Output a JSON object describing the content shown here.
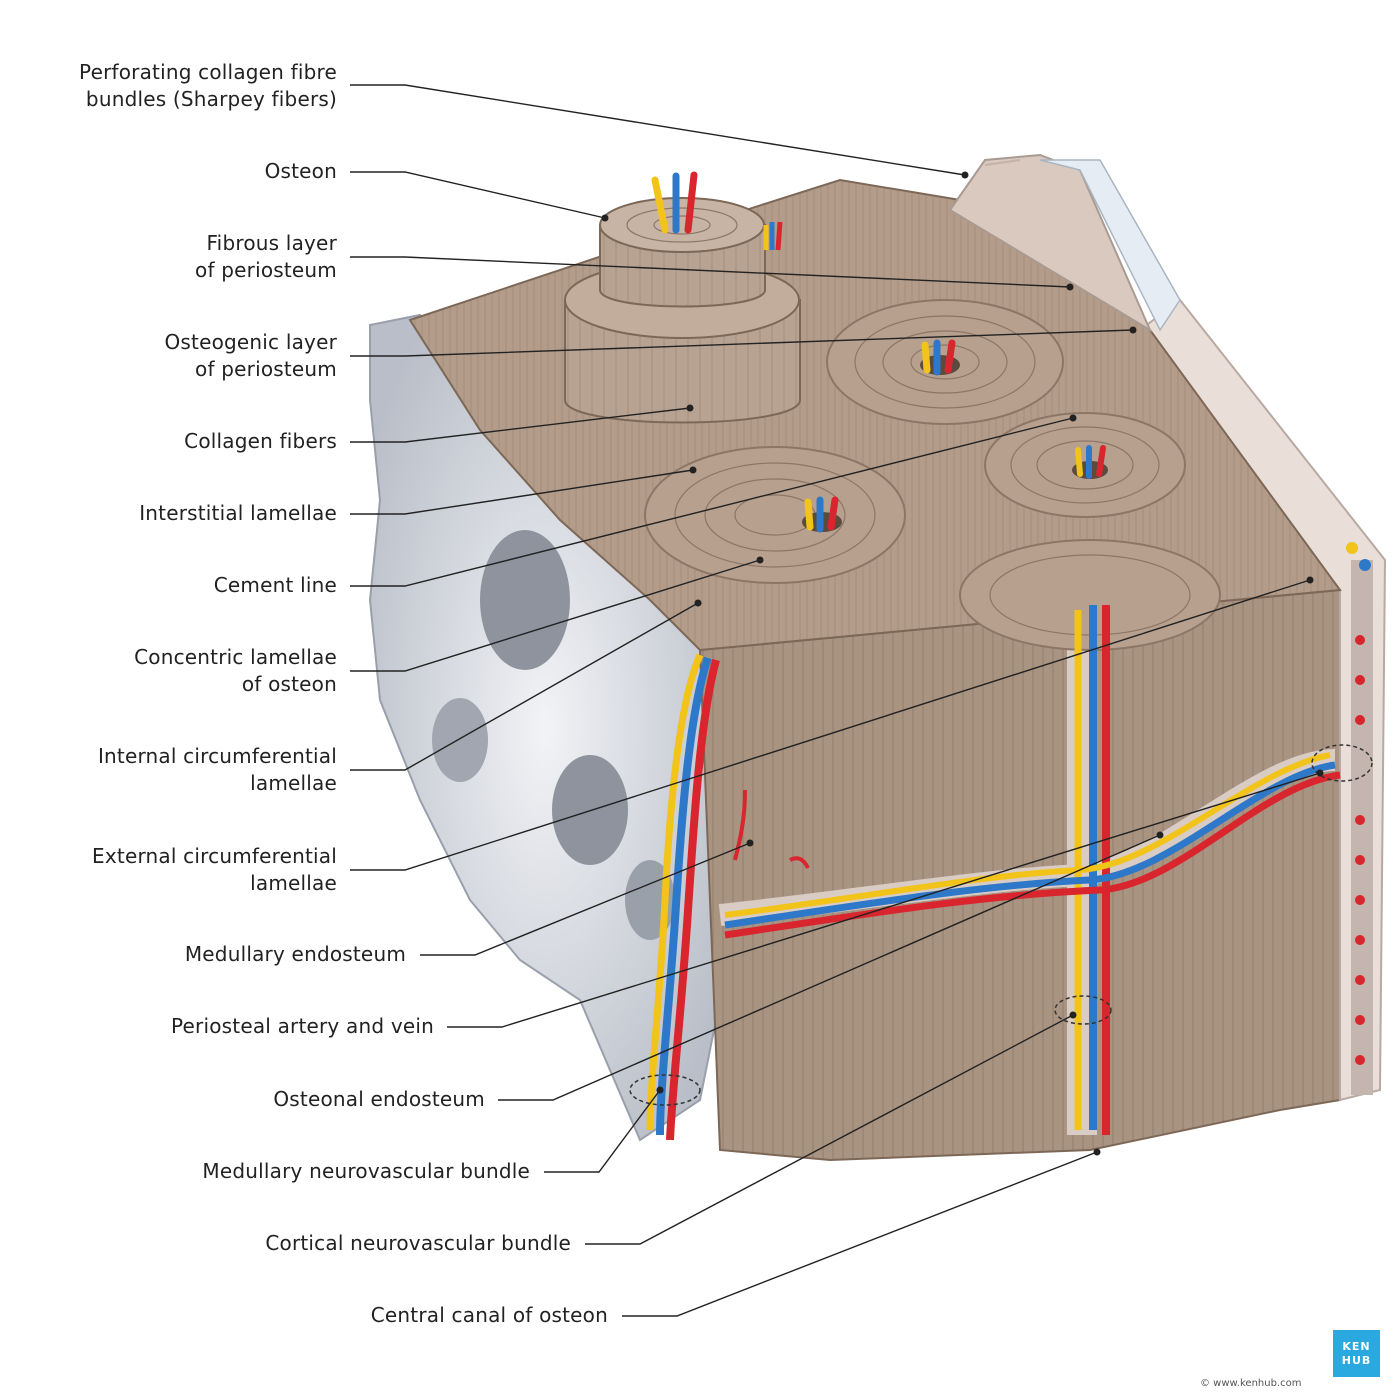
{
  "diagram": {
    "labels": {
      "sharpey_1": "Perforating collagen fibre",
      "sharpey_2": "bundles (Sharpey fibers)",
      "osteon": "Osteon",
      "fibrous_1": "Fibrous layer",
      "fibrous_2": "of periosteum",
      "osteogenic_1": "Osteogenic layer",
      "osteogenic_2": "of periosteum",
      "collagen": "Collagen fibers",
      "interstitial": "Interstitial lamellae",
      "cement": "Cement line",
      "concentric_1": "Concentric lamellae",
      "concentric_2": "of osteon",
      "internal_1": "Internal circumferential",
      "internal_2": "lamellae",
      "external_1": "External circumferential",
      "external_2": "lamellae",
      "medullary_endosteum": "Medullary endosteum",
      "periosteal": "Periosteal artery and vein",
      "osteonal": "Osteonal endosteum",
      "medullary_bundle": "Medullary neurovascular bundle",
      "cortical_bundle": "Cortical neurovascular bundle",
      "central_canal": "Central canal of osteon"
    },
    "logo": {
      "line1": "KEN",
      "line2": "HUB"
    },
    "copyright": "© www.kenhub.com",
    "colors": {
      "bone": "#b59e8c",
      "bone_dark": "#9c8574",
      "spongy": "#dfe2e8",
      "artery": "#d9262e",
      "vein": "#2e78c9",
      "nerve": "#f2c318",
      "periosteum": "#e9ded8",
      "leader": "#222222"
    }
  }
}
